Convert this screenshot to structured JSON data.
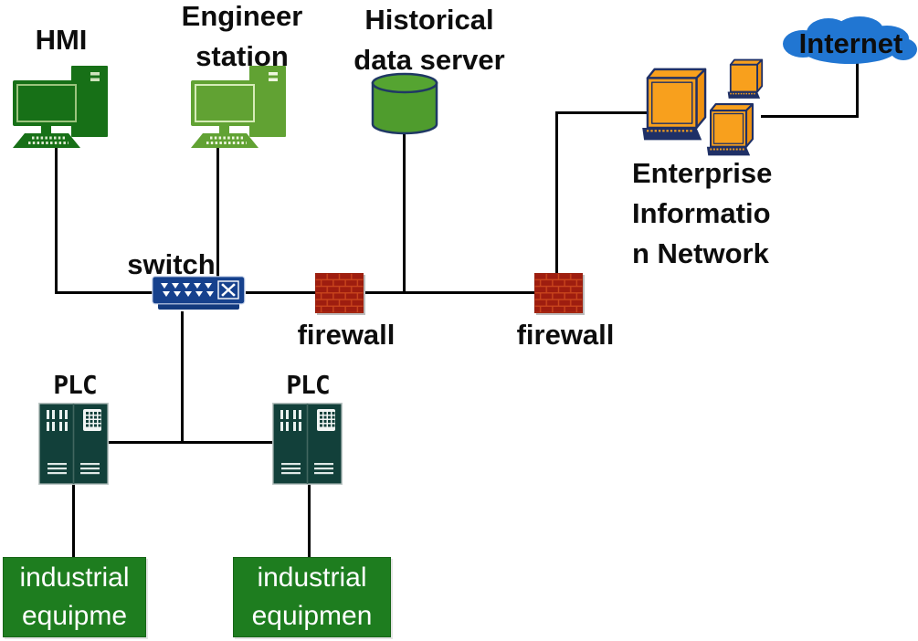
{
  "diagram": {
    "title": "Industrial control system network topology",
    "nodes": {
      "hmi": {
        "label": "HMI",
        "icon": "desktop-computer",
        "color": "#177017"
      },
      "engineer_station": {
        "label": "Engineer\nstation",
        "icon": "desktop-computer",
        "color": "#61a233"
      },
      "historical_data_server": {
        "label": "Historical\ndata server",
        "icon": "database-cylinder",
        "color": "#4f9c2d"
      },
      "internet": {
        "label": "Internet",
        "icon": "cloud",
        "color": "#2176d2"
      },
      "enterprise_network": {
        "label": "Enterprise\nInformatio\nn Network",
        "icon": "workstation-group",
        "color": "#f8a01d"
      },
      "switch": {
        "label": "switch",
        "icon": "network-switch",
        "color": "#16418d"
      },
      "firewall_left": {
        "label": "firewall",
        "icon": "brick-wall",
        "color": "#9e1d0f"
      },
      "firewall_right": {
        "label": "firewall",
        "icon": "brick-wall",
        "color": "#9e1d0f"
      },
      "plc_left": {
        "label": "PLC",
        "icon": "plc-cabinet",
        "color": "#12403a"
      },
      "plc_right": {
        "label": "PLC",
        "icon": "plc-cabinet",
        "color": "#12403a"
      },
      "industrial_equipment_left": {
        "label": "industrial\nequipme",
        "icon": "green-box",
        "color": "#1e7d1f"
      },
      "industrial_equipment_right": {
        "label": "industrial\nequipmen",
        "icon": "green-box",
        "color": "#1e7d1f"
      }
    },
    "edges": [
      {
        "from": "hmi",
        "to": "switch"
      },
      {
        "from": "engineer_station",
        "to": "switch"
      },
      {
        "from": "switch",
        "to": "firewall_left"
      },
      {
        "from": "firewall_left",
        "to": "firewall_right"
      },
      {
        "from": "historical_data_server",
        "to": "firewall_backbone"
      },
      {
        "from": "firewall_right",
        "to": "enterprise_network"
      },
      {
        "from": "enterprise_network",
        "to": "internet"
      },
      {
        "from": "switch",
        "to": "plc_bus"
      },
      {
        "from": "plc_left",
        "to": "plc_bus"
      },
      {
        "from": "plc_right",
        "to": "plc_bus"
      },
      {
        "from": "plc_left",
        "to": "industrial_equipment_left"
      },
      {
        "from": "plc_right",
        "to": "industrial_equipment_right"
      }
    ],
    "colors": {
      "line": "#000000",
      "label_text": "#0d0d0d",
      "equipment_text": "#ffffff",
      "navy_outline": "#1f3066",
      "brick_mortar": "#c8441c"
    }
  }
}
